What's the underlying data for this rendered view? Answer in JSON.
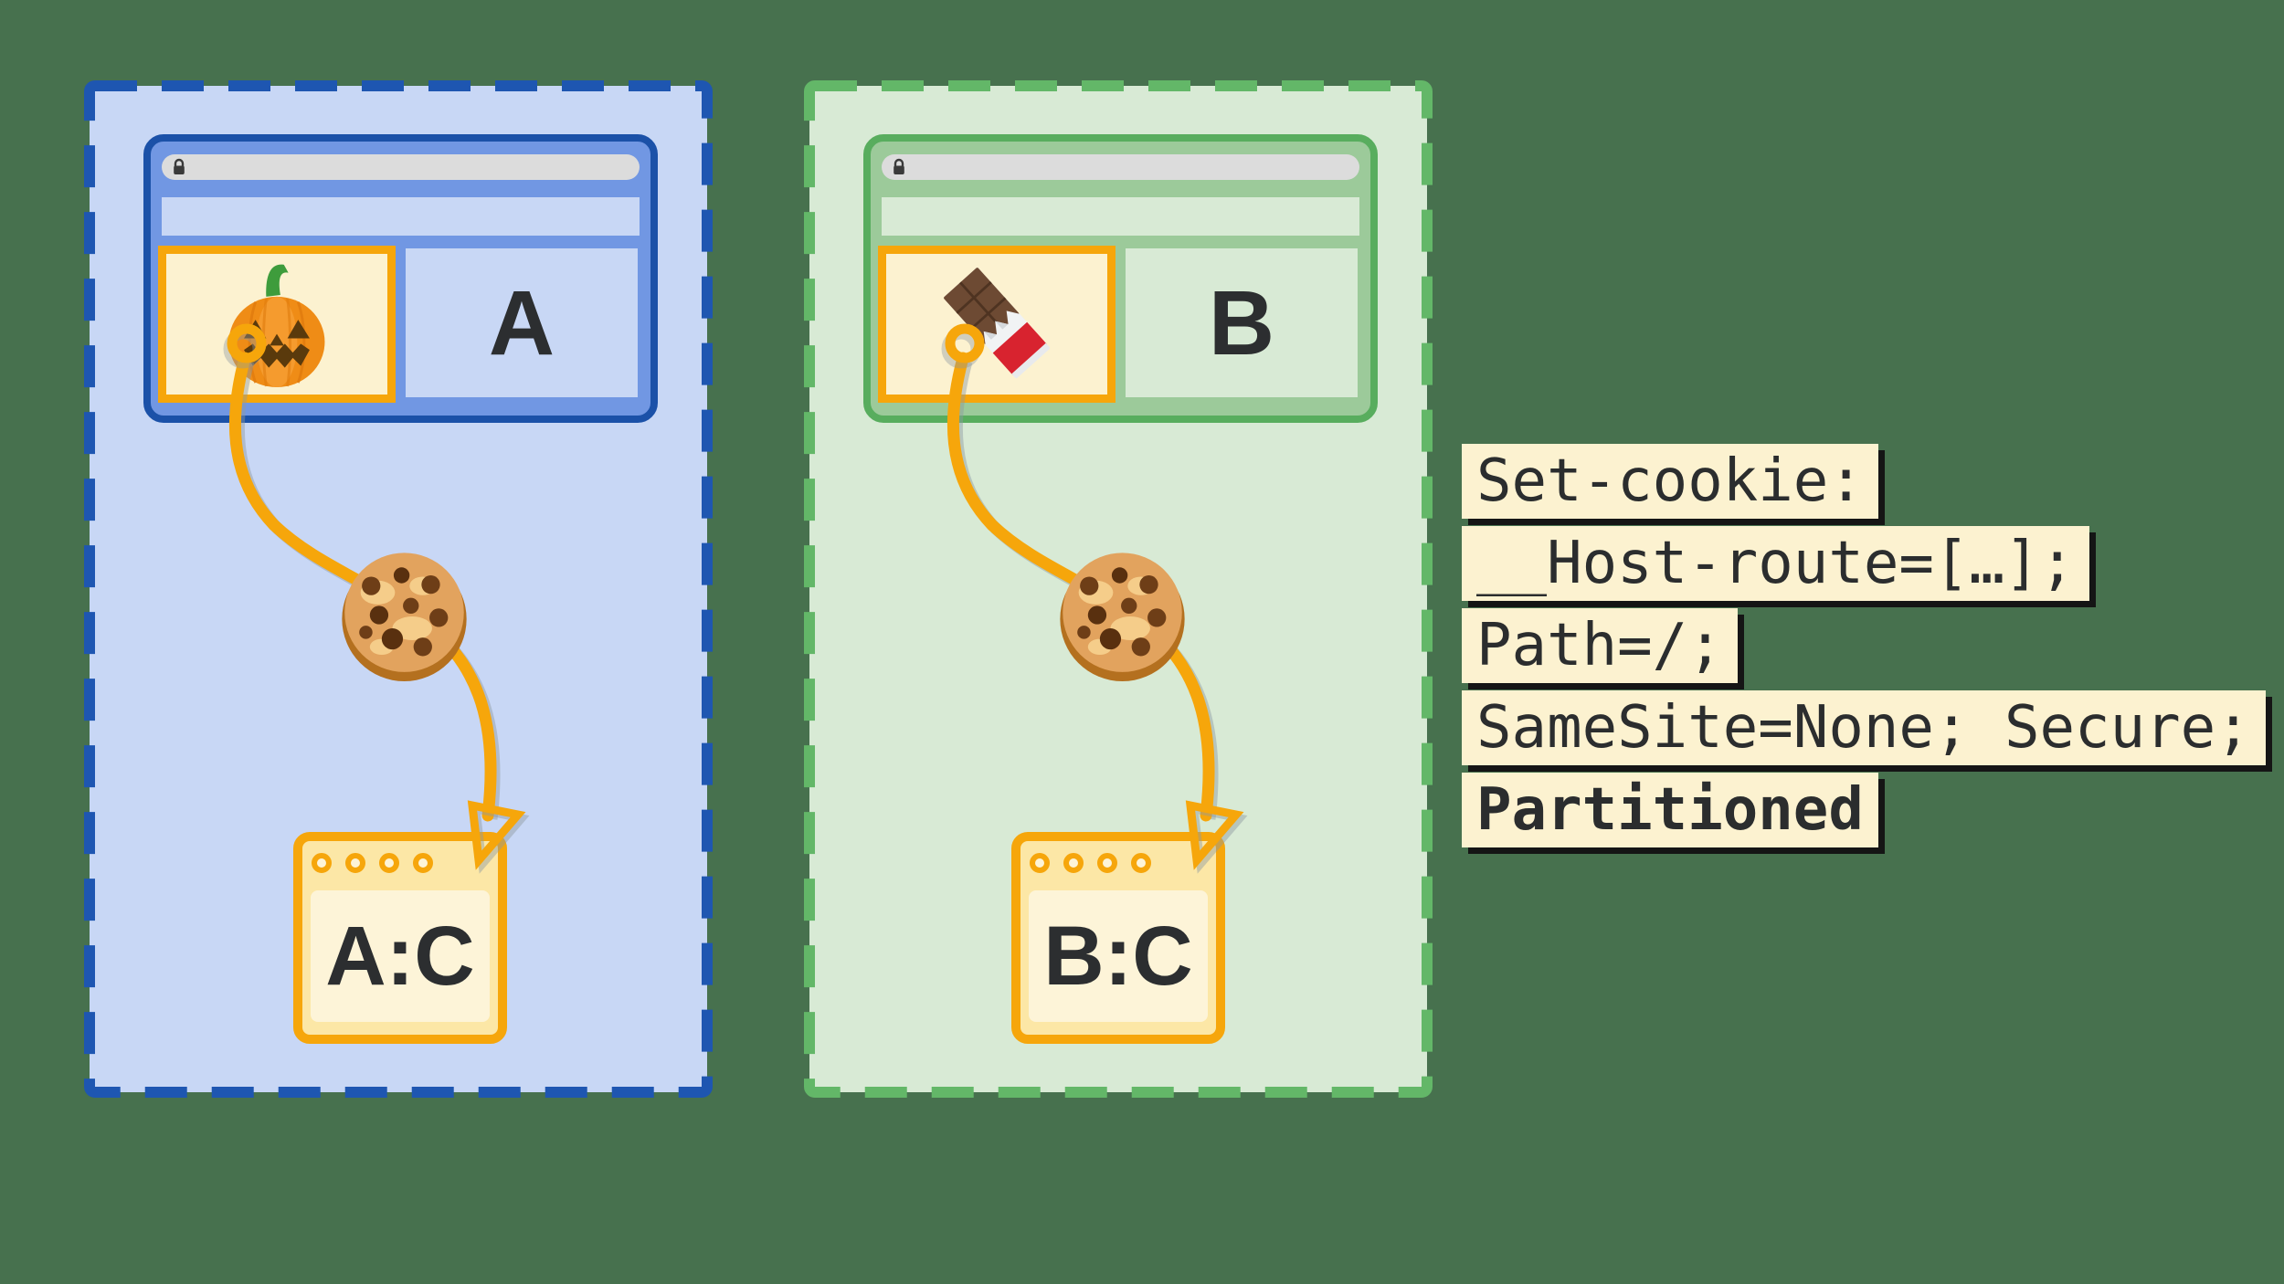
{
  "background_color": "#47714e",
  "colors": {
    "site_a_dash": "#1e56b1",
    "site_a_panel": "#c8d7f5",
    "site_a_window": "#7197e3",
    "site_a_window_border": "#1b51a8",
    "site_b_dash": "#63b768",
    "site_b_panel": "#d8ead5",
    "site_b_window": "#9cca9a",
    "accent_orange": "#f6a60b",
    "iframe_cream": "#fcf2d0",
    "jar_fill": "#fce7a6",
    "jar_inner": "#fdf4d8",
    "url_bar_gray": "#dcdcdc",
    "letter_dark": "#2c2e30",
    "code_background": "#fcf2d0",
    "code_text": "#2b2d2e"
  },
  "site_a": {
    "frame_label": "A",
    "jar_label": "A:C",
    "embed_icon": "jack-o-lantern",
    "flow_icon": "cookie",
    "urlbar_icon": "lock"
  },
  "site_b": {
    "frame_label": "B",
    "jar_label": "B:C",
    "embed_icon": "chocolate-bar",
    "flow_icon": "cookie",
    "urlbar_icon": "lock"
  },
  "code_block": {
    "lines": [
      {
        "text": "Set-cookie:"
      },
      {
        "text": "__Host-route=[…];"
      },
      {
        "text": "Path=/;"
      },
      {
        "text": "SameSite=None; Secure;"
      },
      {
        "text": "Partitioned"
      }
    ]
  }
}
